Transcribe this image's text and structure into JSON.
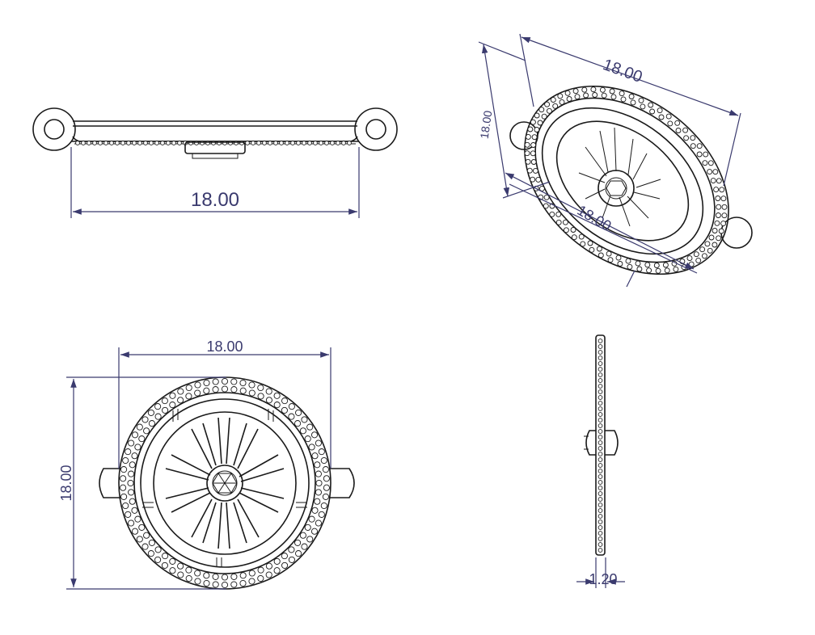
{
  "drawing": {
    "views": {
      "top": {
        "dimension": "18.00"
      },
      "isometric": {
        "dimension_top": "18.00",
        "dimension_left": "18.00",
        "dimension_bottom": "18.00"
      },
      "front": {
        "dimension_width": "18.00",
        "dimension_height": "18.00"
      },
      "side": {
        "dimension_thickness": "1.20"
      }
    },
    "colors": {
      "dimension": "#3a3a6e",
      "outline": "#1a1a1a",
      "background": "#ffffff"
    }
  }
}
